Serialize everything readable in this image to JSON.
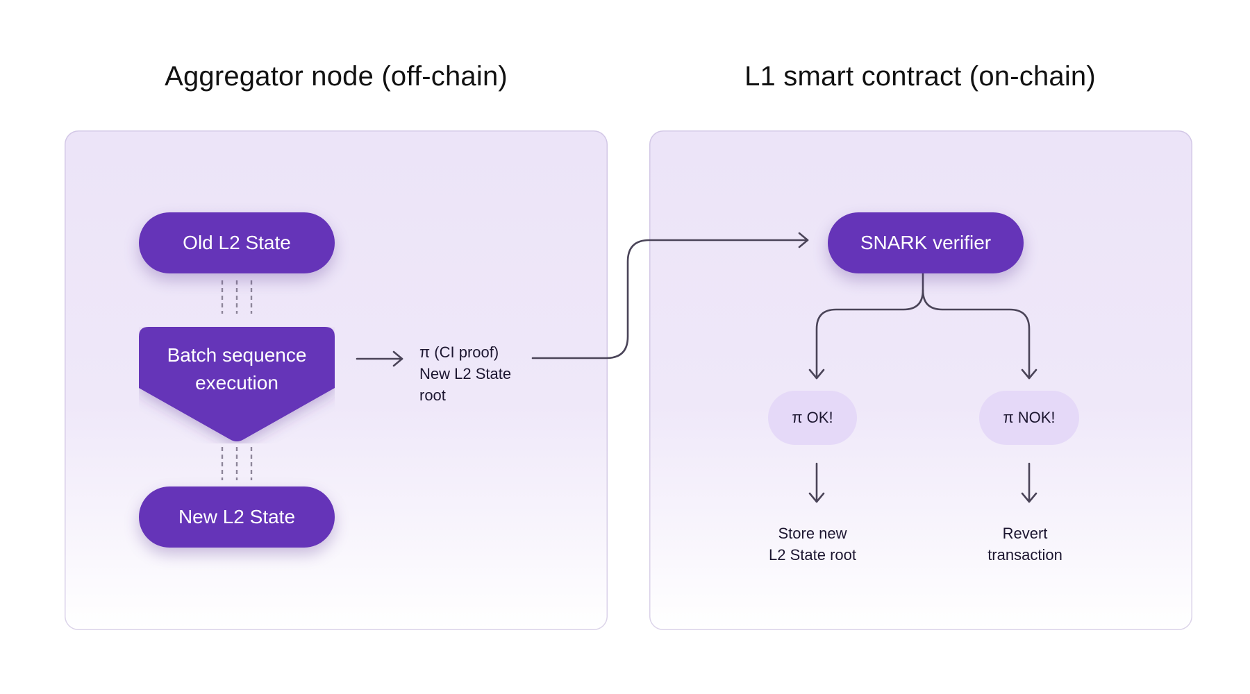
{
  "titles": {
    "left": "Aggregator node (off-chain)",
    "right": "L1 smart contract (on-chain)"
  },
  "left_panel": {
    "old_state": "Old L2 State",
    "batch_line1": "Batch sequence",
    "batch_line2": "execution",
    "new_state": "New L2 State"
  },
  "proof": {
    "line1": "π (CI proof)",
    "line2": "New L2 State",
    "line3": "root"
  },
  "right_panel": {
    "verifier": "SNARK verifier",
    "ok": "π OK!",
    "nok": "π NOK!",
    "store_line1": "Store new",
    "store_line2": "L2 State root",
    "revert_line1": "Revert",
    "revert_line2": "transaction"
  },
  "colors": {
    "pill_purple": "#6534b8",
    "result_pill": "#e5d9f8",
    "panel_bg": "#ece4f8",
    "connector": "#4a4458"
  }
}
